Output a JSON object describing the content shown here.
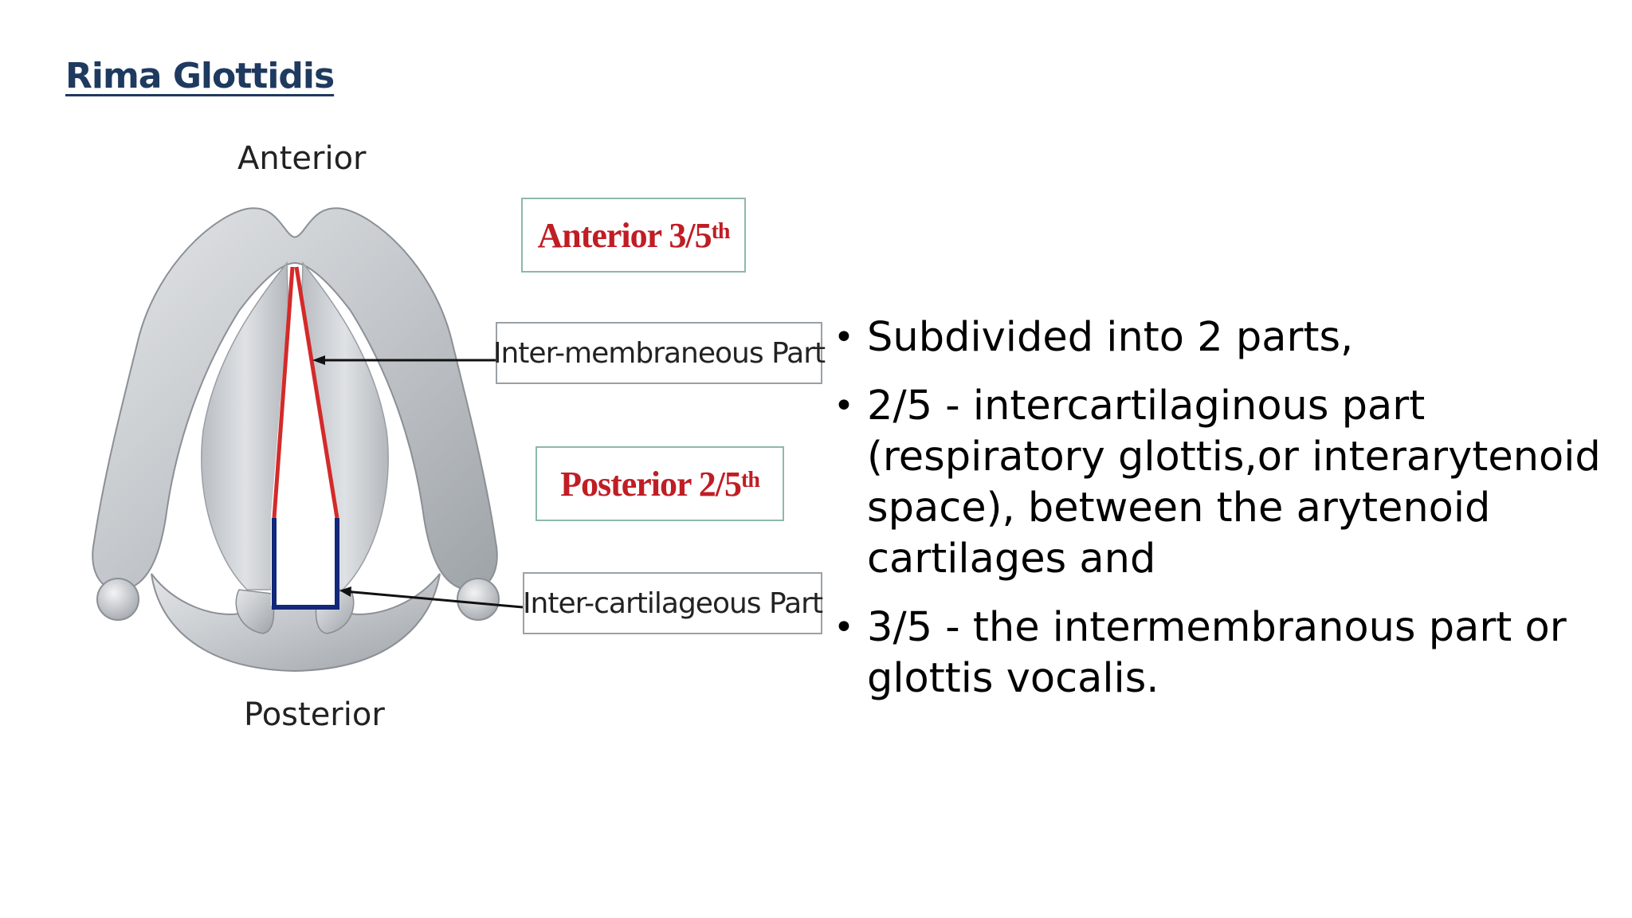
{
  "slide": {
    "title": "Rima Glottidis",
    "diagram": {
      "anterior_label": "Anterior",
      "posterior_label": "Posterior",
      "callouts": {
        "intermembraneous": "Inter-membraneous Part",
        "intercartilageous": "Inter-cartilageous Part"
      },
      "fractions": {
        "anterior_main": "Anterior 3/5",
        "anterior_sup": "th",
        "posterior_main": "Posterior 2/5",
        "posterior_sup": "th"
      },
      "colors": {
        "membranous_line": "#d42a2a",
        "cartilaginous_line": "#12287a",
        "cartilage": "#c9cdd1",
        "fraction_text": "#c01d25",
        "title": "#1f3a5f"
      }
    },
    "bullets": [
      "Subdivided into 2 parts,",
      " 2/5 - intercartilaginous part (respiratory glottis,or interarytenoid space), between the arytenoid cartilages and",
      " 3/5 - the intermembranous part or glottis vocalis."
    ],
    "bullet_glyph": "•"
  }
}
